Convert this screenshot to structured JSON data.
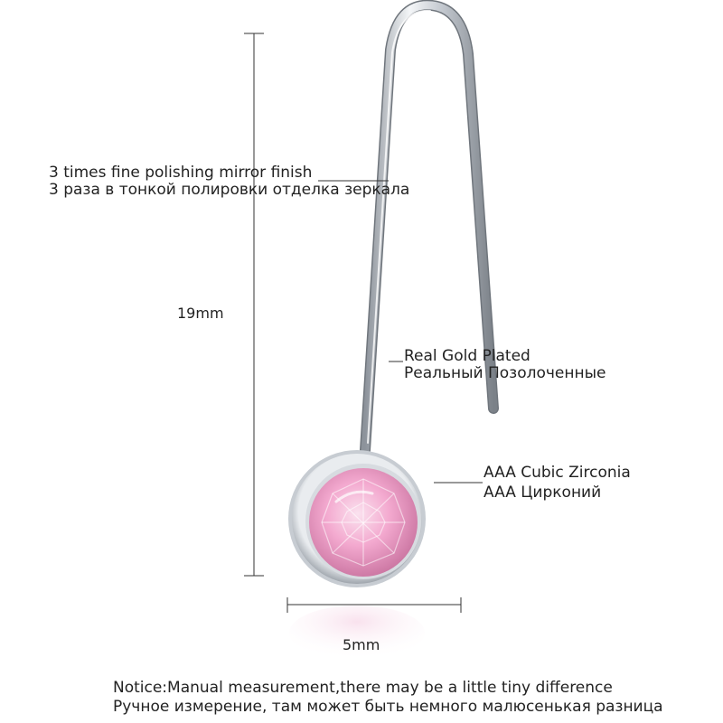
{
  "product": {
    "measurements": {
      "height": "19mm",
      "width": "5mm"
    },
    "features": {
      "finish_en": "3 times fine polishing mirror finish",
      "finish_ru": "3 раза в тонкой полировки отделка зеркала",
      "plating_en": "Real Gold Plated",
      "plating_ru": "Реальный Позолоченные",
      "stone_en": "AAA Cubic Zirconia",
      "stone_ru": "AAA Цирконий"
    },
    "notice_en": "Notice:Manual measurement,there may be a little tiny difference",
    "notice_ru": "Ручное измерение, там может быть немного малюсенькая разница"
  },
  "colors": {
    "metal": "#c8cdd4",
    "gem": "#f3a9cf",
    "line": "#333333"
  },
  "icons": [
    "earring-hook-image",
    "pink-gem-image"
  ]
}
